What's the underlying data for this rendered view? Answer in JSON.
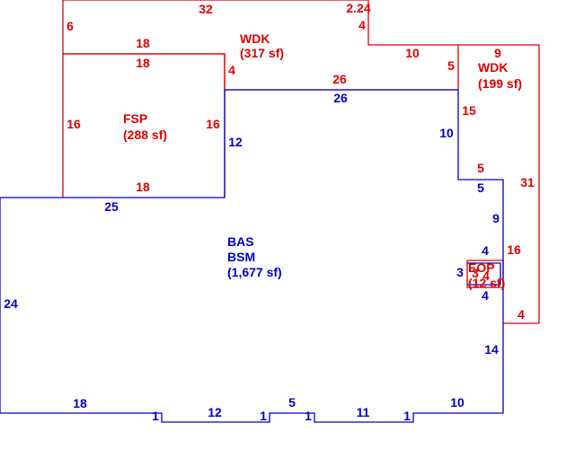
{
  "colors": {
    "red": "#e00000",
    "blue": "#0000cc"
  },
  "areas": {
    "wdk_top": {
      "name": "WDK",
      "size": "(317 sf)"
    },
    "wdk_right": {
      "name": "WDK",
      "size": "(199 sf)"
    },
    "fsp": {
      "name": "FSP",
      "size": "(288 sf)"
    },
    "bas": {
      "name": "BAS",
      "name2": "BSM",
      "size": "(1,677 sf)"
    },
    "eop": {
      "name": "EOP",
      "size": "(12 sf)"
    }
  },
  "dims": {
    "red": [
      "32",
      "2.24",
      "6",
      "4",
      "18",
      "18",
      "4",
      "10",
      "9",
      "5",
      "26",
      "16",
      "16",
      "15",
      "18",
      "5",
      "31",
      "16",
      "3",
      "4",
      "4"
    ],
    "blue": [
      "26",
      "12",
      "10",
      "25",
      "5",
      "9",
      "4",
      "3",
      "4",
      "24",
      "14",
      "18",
      "12",
      "5",
      "11",
      "10",
      "1",
      "1",
      "1",
      "1"
    ]
  }
}
